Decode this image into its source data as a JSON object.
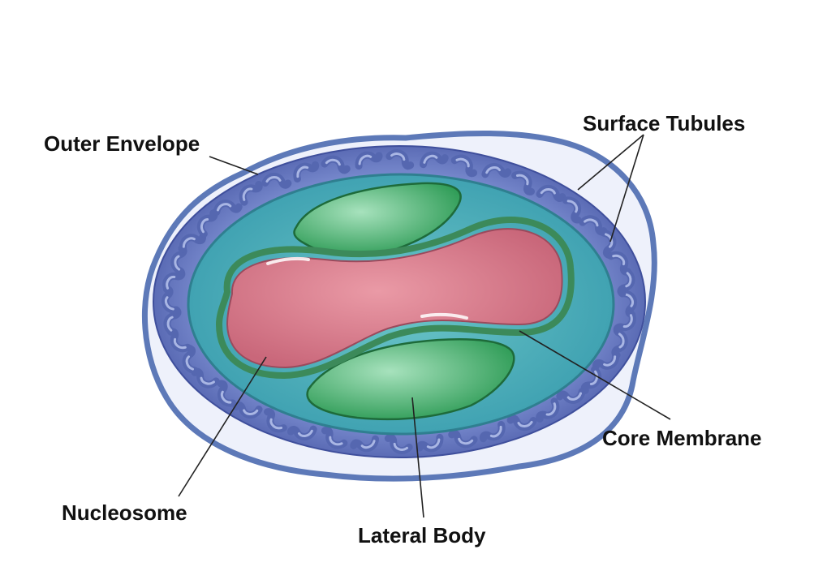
{
  "labels": {
    "outer_envelope": "Outer Envelope",
    "surface_tubules": "Surface Tubules",
    "core_membrane": "Core Membrane",
    "nucleosome": "Nucleosome",
    "lateral_body": "Lateral Body"
  },
  "colors": {
    "outer_envelope": "#5d79b8",
    "surface_tubules": "#5567b0",
    "tubule_highlight": "#a9b6e4",
    "matrix": "#4fb3b9",
    "core_membrane": "#3c8a5a",
    "nucleosome": "#d9808f",
    "lateral_body": "#3caa63",
    "leader_line": "#222222"
  }
}
